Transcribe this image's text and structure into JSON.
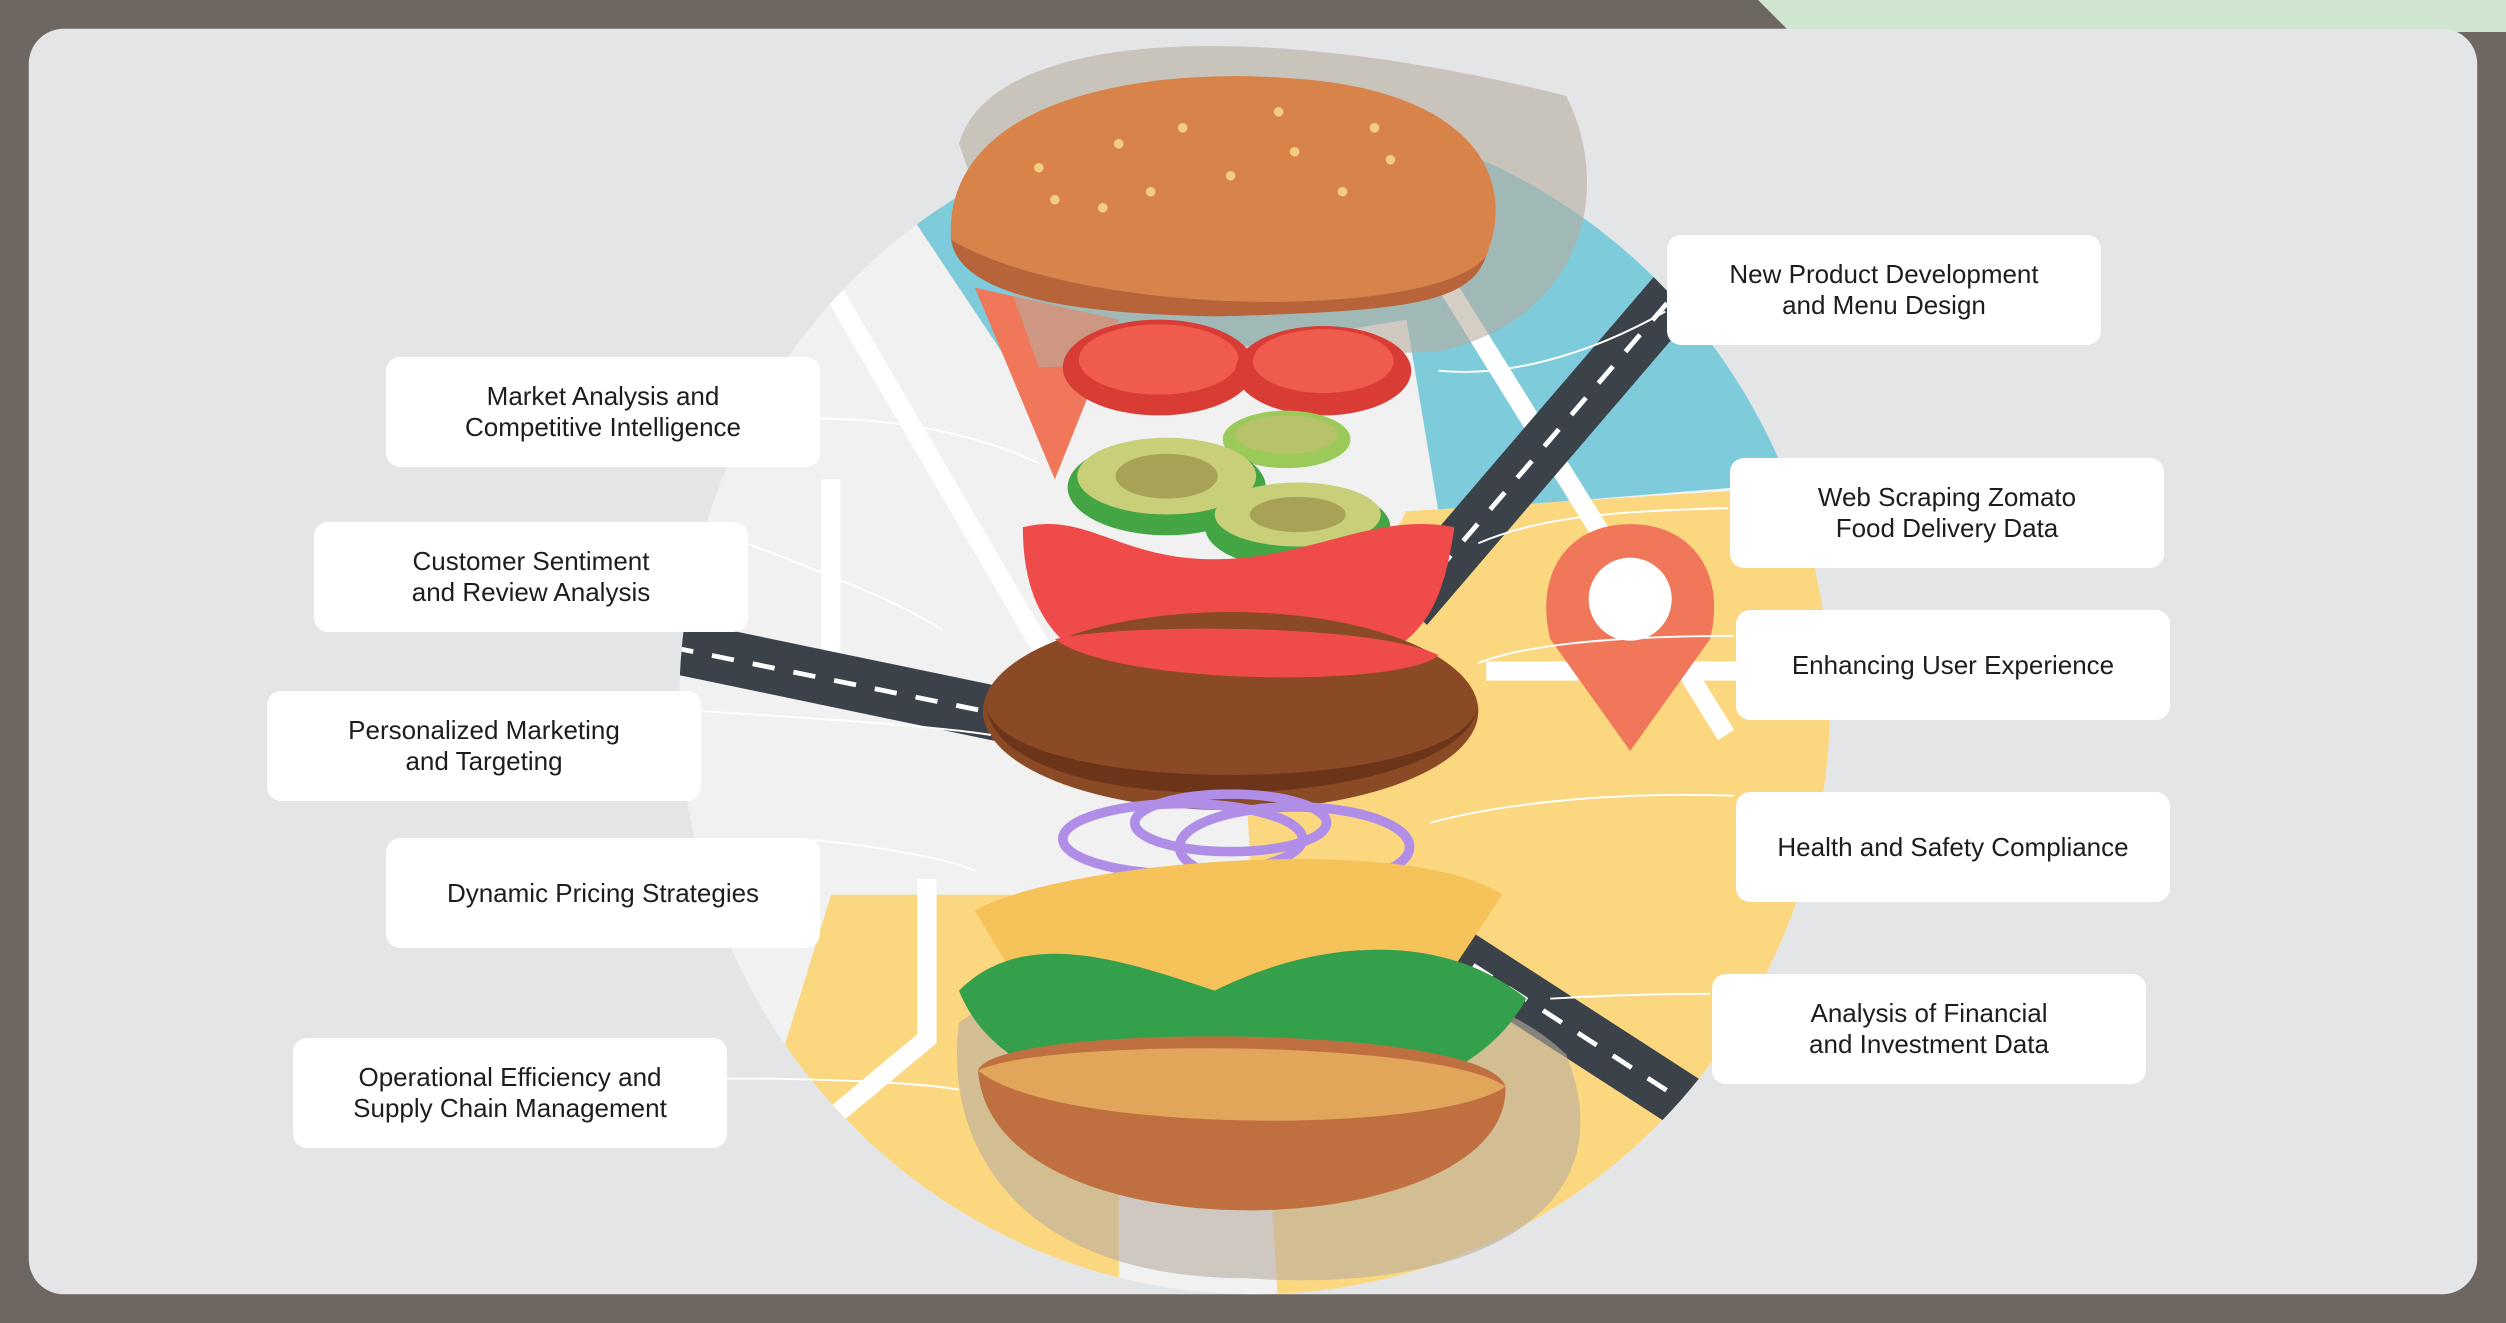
{
  "labels_left": [
    {
      "text": "Market Analysis and\nCompetitive Intelligence"
    },
    {
      "text": "Customer Sentiment\nand Review Analysis"
    },
    {
      "text": "Personalized Marketing\nand Targeting"
    },
    {
      "text": "Dynamic Pricing Strategies"
    },
    {
      "text": "Operational Efficiency and\nSupply Chain Management"
    }
  ],
  "labels_right": [
    {
      "text": "New Product Development\nand Menu Design"
    },
    {
      "text": "Web Scraping Zomato\nFood Delivery Data"
    },
    {
      "text": "Enhancing User Experience"
    },
    {
      "text": "Health and Safety Compliance"
    },
    {
      "text": "Analysis of Financial\nand Investment Data"
    }
  ],
  "colors": {
    "card": "#e4e5e7",
    "map_blue": "#7ecbdc",
    "map_yellow": "#fbd77f",
    "road": "#3c4249",
    "pin": "#f0775a"
  }
}
